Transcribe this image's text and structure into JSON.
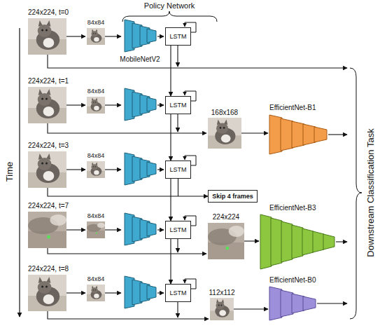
{
  "diagram": {
    "nodes": [
      {
        "text": [
          "LSTM"
        ]
      },
      {
        "text": [
          "LSTM"
        ]
      },
      {
        "text": [
          "LSTM"
        ]
      },
      {
        "text": [
          "Skip 4 frames"
        ]
      },
      {
        "text": [
          "LSTM"
        ]
      },
      {
        "text": [
          "LSTM"
        ]
      }
    ],
    "edges": [
      {
        "from": 0,
        "to": 1,
        "arrow": "to"
      },
      {
        "from": 1,
        "to": 2,
        "arrow": "to"
      },
      {
        "from": 2,
        "to": 3,
        "arrow": "to"
      },
      {
        "from": 2,
        "to": 4,
        "arrow": "to"
      },
      {
        "from": 4,
        "to": 5,
        "arrow": "to"
      }
    ],
    "labels": [
      "Policy Network",
      "224x224, t=0",
      "84x84",
      "MobileNetV2",
      "224x224, t=1",
      "84x84",
      "168x168",
      "EfficientNet-B1",
      "224x224, t=3",
      "84x84",
      "224x224, t=7",
      "84x84",
      "224x224",
      "EfficientNet-B3",
      "224x224, t=8",
      "84x84",
      "112x112",
      "EfficientNet-B0",
      "Time",
      "Downstream Classification Task"
    ]
  }
}
